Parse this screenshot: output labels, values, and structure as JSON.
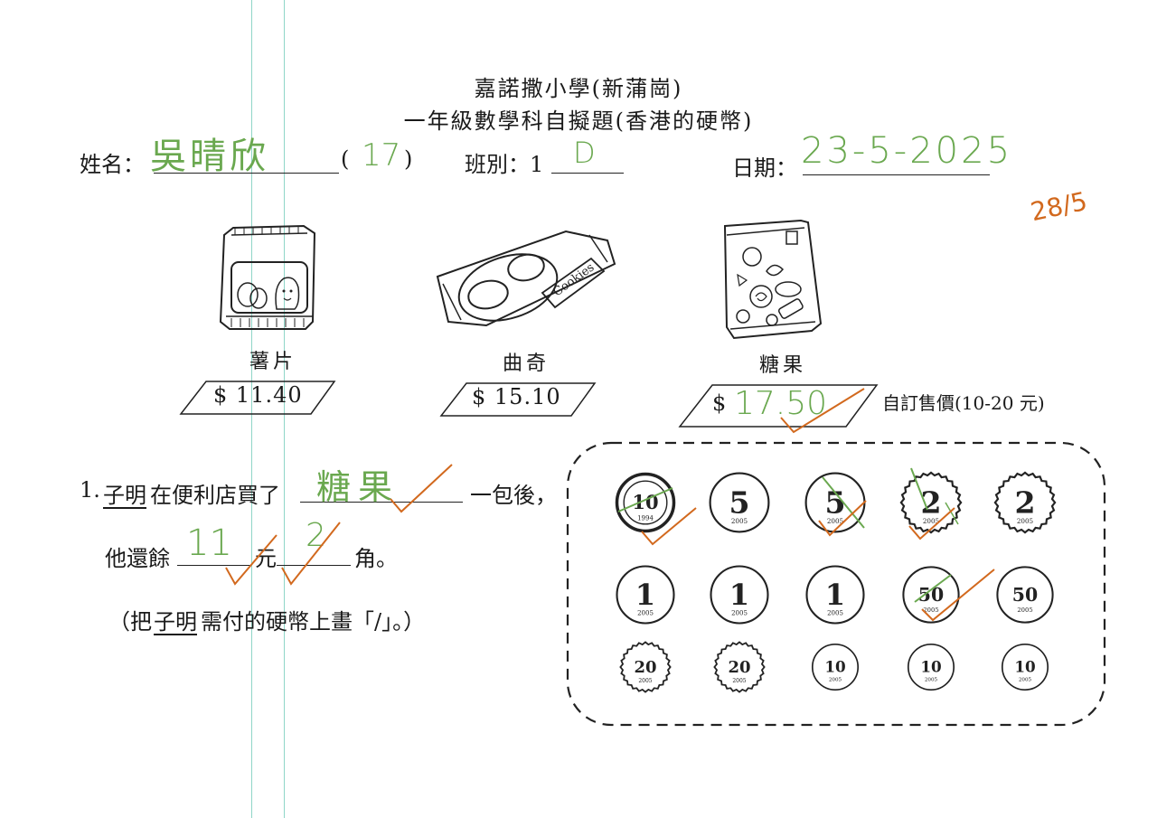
{
  "header": {
    "school": "嘉諾撒小學(新蒲崗)",
    "subject": "一年級數學科自擬題(香港的硬幣)"
  },
  "student": {
    "name_label": "姓名：",
    "name_value": "吳晴欣",
    "number_open": "(",
    "number_value": "17",
    "number_close": ")",
    "class_label": "班別：1",
    "class_value": "D",
    "date_label": "日期：",
    "date_value": "23-5-2025",
    "teacher_mark": "28/5"
  },
  "items": [
    {
      "name": "薯片",
      "price": "$ 11.40",
      "icon": "chips-bag-icon"
    },
    {
      "name": "曲奇",
      "price": "$ 15.10",
      "icon": "cookies-pack-icon"
    },
    {
      "name": "糖果",
      "price_symbol": "$",
      "price_handwritten": "17.50",
      "icon": "candy-bag-icon",
      "note": "自訂售價(10-20 元)"
    }
  ],
  "question": {
    "number": "1.",
    "line1_a": "子明",
    "line1_b": "在便利店買了",
    "answer_item": "糖果",
    "line1_c": "一包後，",
    "line2_a": "他還餘",
    "answer_dollars": "11",
    "line2_b": "元",
    "answer_cents": "2",
    "line2_c": "角。",
    "line3_a": "（把",
    "line3_b": "子明",
    "line3_c": "需付的硬幣上畫「/」。）"
  },
  "coins": [
    [
      {
        "value": "10",
        "year": "1994",
        "type": "dollar-10"
      },
      {
        "value": "5",
        "year": "2005",
        "type": "dollar-5"
      },
      {
        "value": "5",
        "year": "2005",
        "type": "dollar-5"
      },
      {
        "value": "2",
        "year": "2005",
        "type": "dollar-2"
      },
      {
        "value": "2",
        "year": "2005",
        "type": "dollar-2"
      }
    ],
    [
      {
        "value": "1",
        "year": "2005",
        "type": "dollar-1"
      },
      {
        "value": "1",
        "year": "2005",
        "type": "dollar-1"
      },
      {
        "value": "1",
        "year": "2005",
        "type": "dollar-1"
      },
      {
        "value": "50",
        "year": "2005",
        "type": "cents-50"
      },
      {
        "value": "50",
        "year": "2005",
        "type": "cents-50"
      }
    ],
    [
      {
        "value": "20",
        "year": "2005",
        "type": "cents-20"
      },
      {
        "value": "20",
        "year": "2005",
        "type": "cents-20"
      },
      {
        "value": "10",
        "year": "2005",
        "type": "cents-10"
      },
      {
        "value": "10",
        "year": "2005",
        "type": "cents-10"
      },
      {
        "value": "10",
        "year": "2005",
        "type": "cents-10"
      }
    ]
  ],
  "colors": {
    "handwriting": "#6aa84f",
    "teacher": "#d2691e",
    "ruler": "#8fd6c8"
  }
}
